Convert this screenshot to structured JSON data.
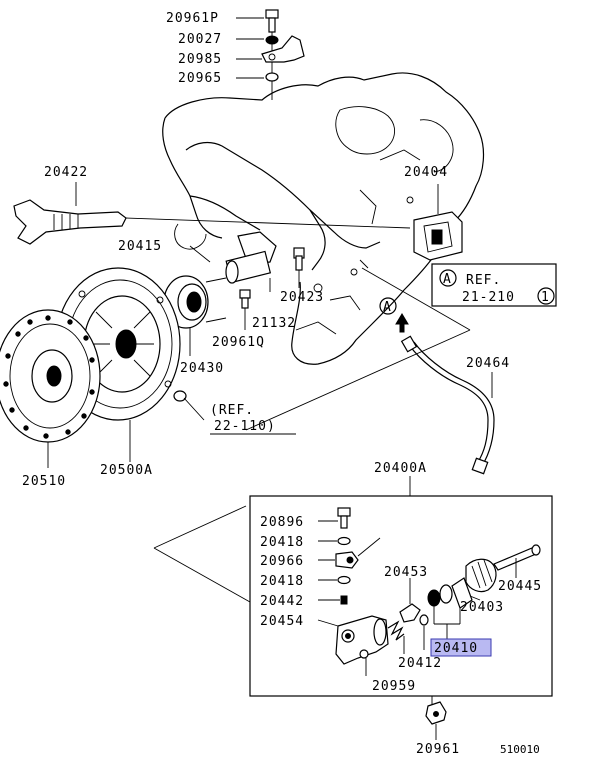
{
  "colors": {
    "highlight_fill": "#b9b9f2",
    "highlight_border": "#3a3ab0",
    "ink": "#000000",
    "background": "#ffffff"
  },
  "labels": {
    "p20961P": "20961P",
    "p20027": "20027",
    "p20985": "20985",
    "p20965": "20965",
    "p20422": "20422",
    "p20404": "20404",
    "p20415": "20415",
    "p20423": "20423",
    "p21132": "21132",
    "p20961Q": "20961Q",
    "p20430": "20430",
    "p20510": "20510",
    "p20500A": "20500A",
    "p20464": "20464",
    "p20400A": "20400A",
    "p20896": "20896",
    "p20418a": "20418",
    "p20966": "20966",
    "p20418b": "20418",
    "p20442": "20442",
    "p20454": "20454",
    "p20453": "20453",
    "p20445": "20445",
    "p20403": "20403",
    "p20410": "20410",
    "p20412": "20412",
    "p20959": "20959",
    "p20961": "20961"
  },
  "refs": {
    "ref1_marker": "A",
    "ref1_line1": "REF.",
    "ref1_line2": "21-210",
    "ref1_circle": "1",
    "ref2_line1": "(REF.",
    "ref2_line2": "22-110)",
    "arrow_marker": "A"
  },
  "footer": {
    "diagram_id": "510010"
  }
}
